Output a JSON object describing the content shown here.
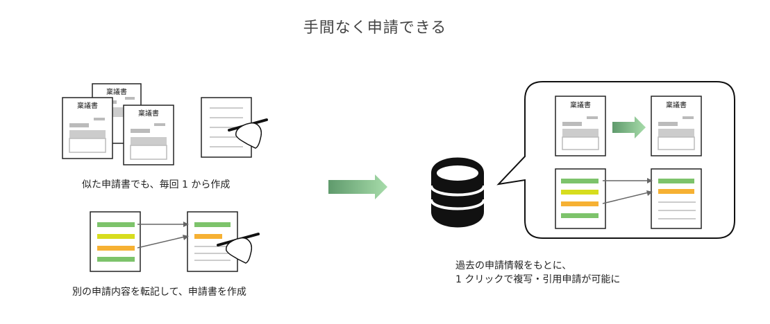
{
  "title": "手間なく申請できる",
  "captions": {
    "from_scratch": "似た申請書でも、毎回 1 から作成",
    "transcribe": "別の申請内容を転記して、申請書を作成",
    "reuse_line1": "過去の申請情報をもとに、",
    "reuse_line2": "1 クリックで複写・引用申請が可能に"
  },
  "document_label": "稟議書",
  "colors": {
    "green": "#7dc36b",
    "yellow": "#d7dd1e",
    "orange": "#f6b133",
    "arrow_dark": "#6fa77a",
    "arrow_light": "#9ed6a0"
  }
}
